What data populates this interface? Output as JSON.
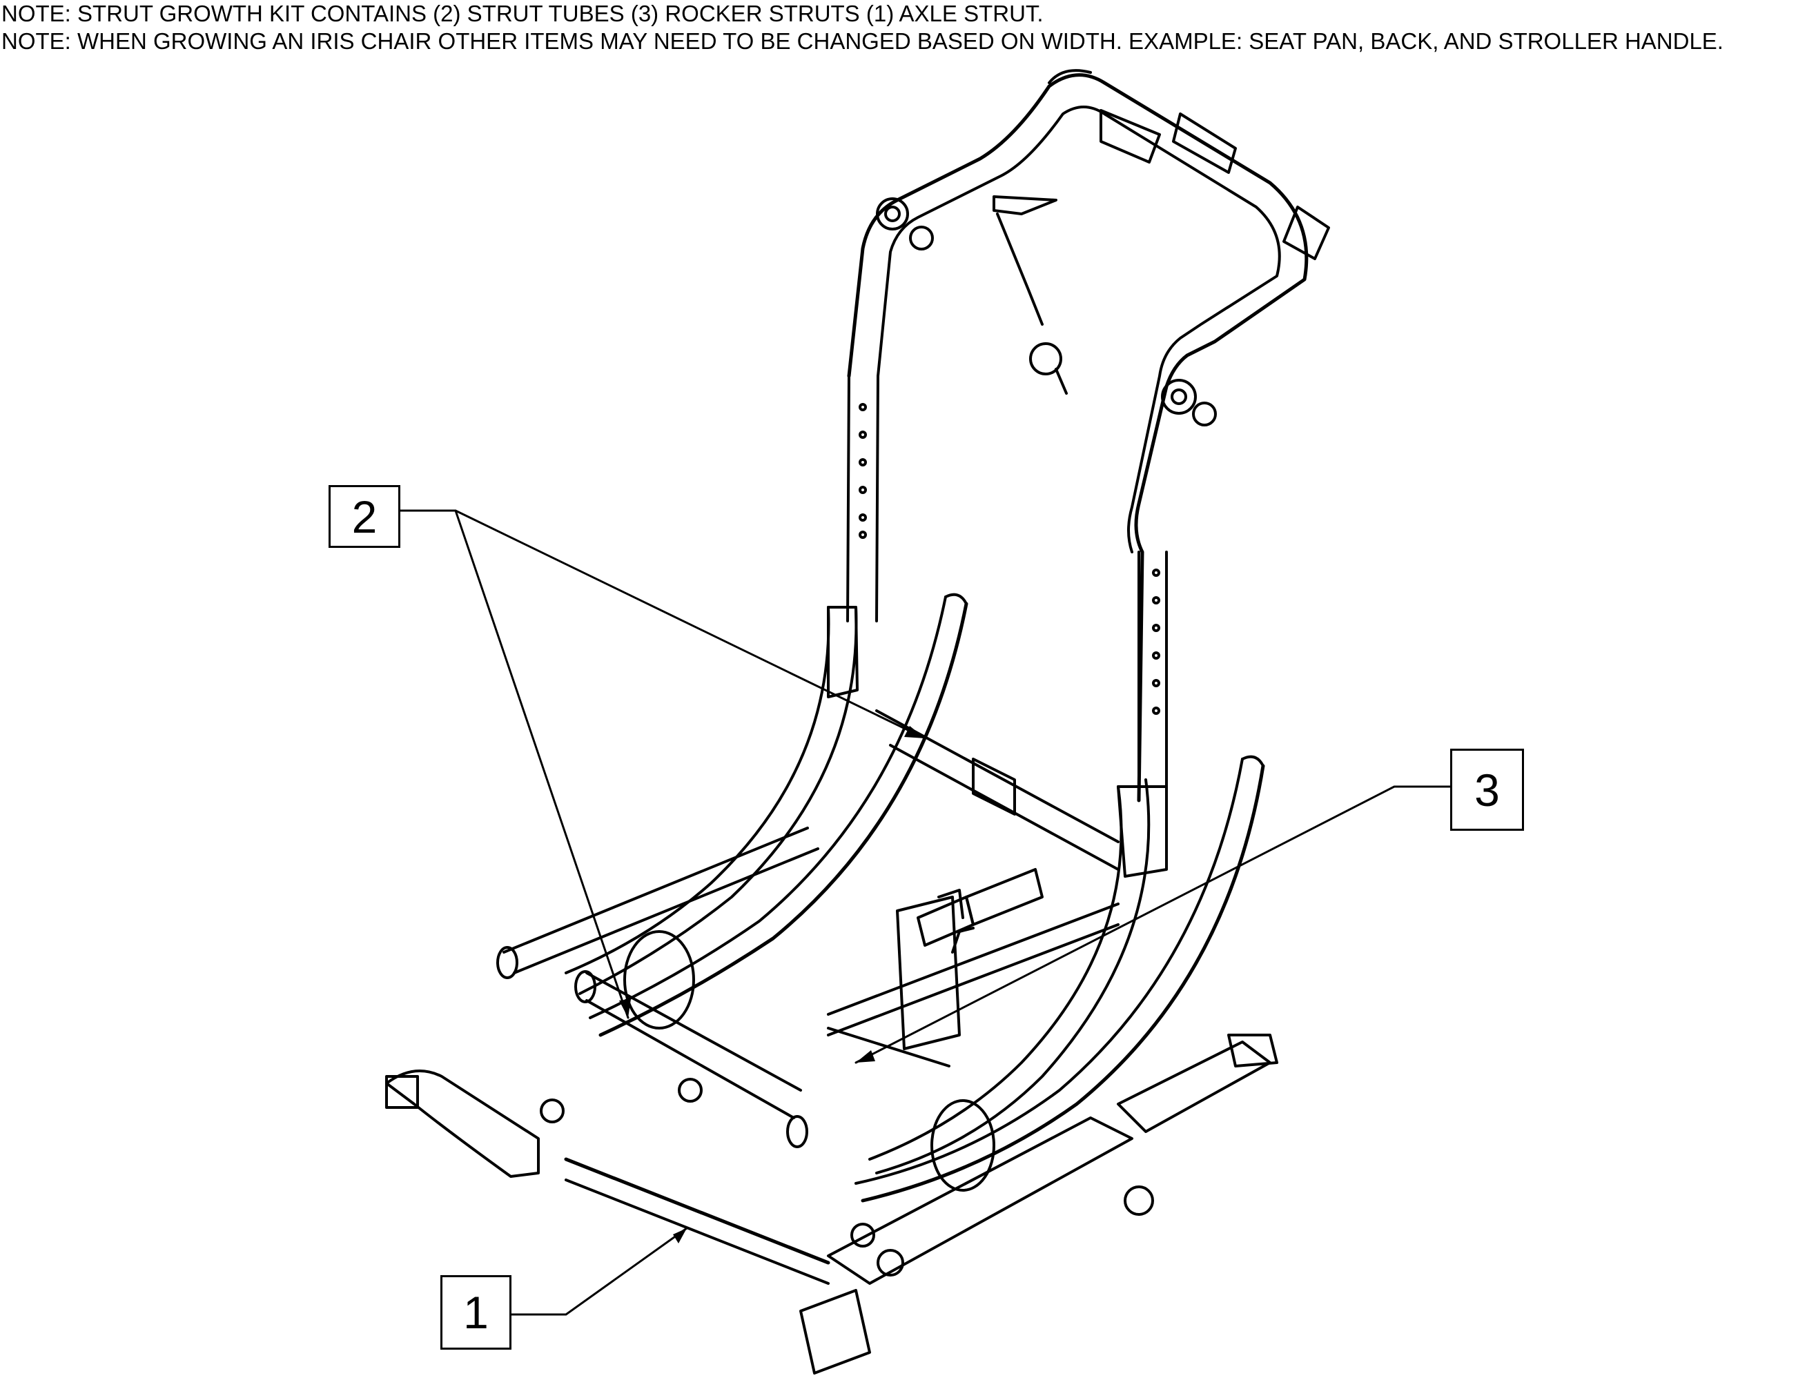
{
  "notes": {
    "line1": "NOTE: STRUT GROWTH KIT CONTAINS (2) STRUT TUBES (3) ROCKER STRUTS (1) AXLE STRUT.",
    "line2": "NOTE: WHEN GROWING AN IRIS CHAIR OTHER ITEMS MAY NEED TO BE CHANGED BASED ON WIDTH. EXAMPLE: SEAT PAN, BACK, AND STROLLER HANDLE."
  },
  "callouts": {
    "c1": "1",
    "c2": "2",
    "c3": "3"
  },
  "colors": {
    "line": "#000000",
    "background": "#ffffff"
  }
}
